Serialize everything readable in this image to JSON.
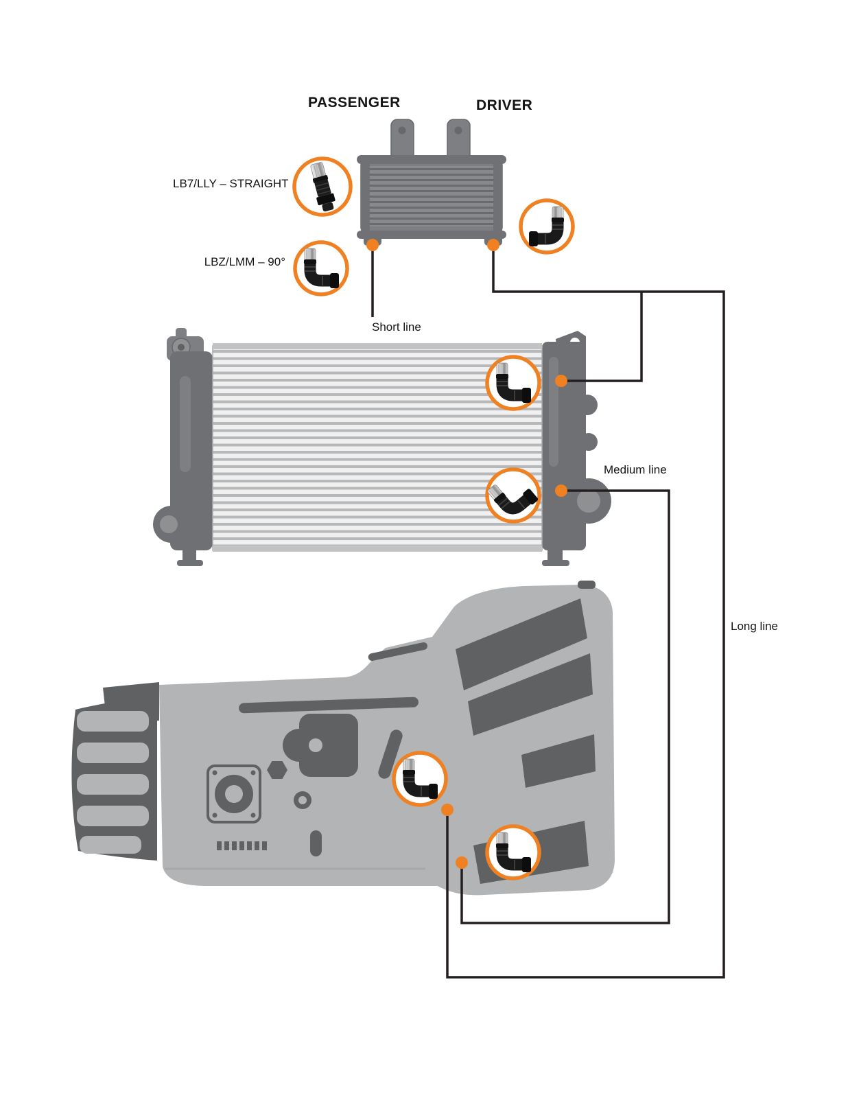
{
  "diagram": {
    "top_labels": {
      "passenger": "PASSENGER",
      "driver": "DRIVER"
    },
    "fitting_labels": {
      "lb7_straight": "LB7/LLY – STRAIGHT",
      "lbz_90": "LBZ/LMM – 90°"
    },
    "line_labels": {
      "short": "Short line",
      "medium": "Medium line",
      "long": "Long line"
    }
  },
  "icons": {
    "straight_fitting": "straight-fitting-icon",
    "elbow_fitting": "90-degree-elbow-fitting-icon",
    "port_dot": "port-connection-dot"
  },
  "colors": {
    "accent_orange": "#EF8122",
    "line_black": "#231F20",
    "cooler_gray": "#7D7F82",
    "radiator_tank_gray": "#6E7073",
    "transmission_light_gray": "#B2B4B6",
    "transmission_dark_gray": "#5F6163"
  }
}
